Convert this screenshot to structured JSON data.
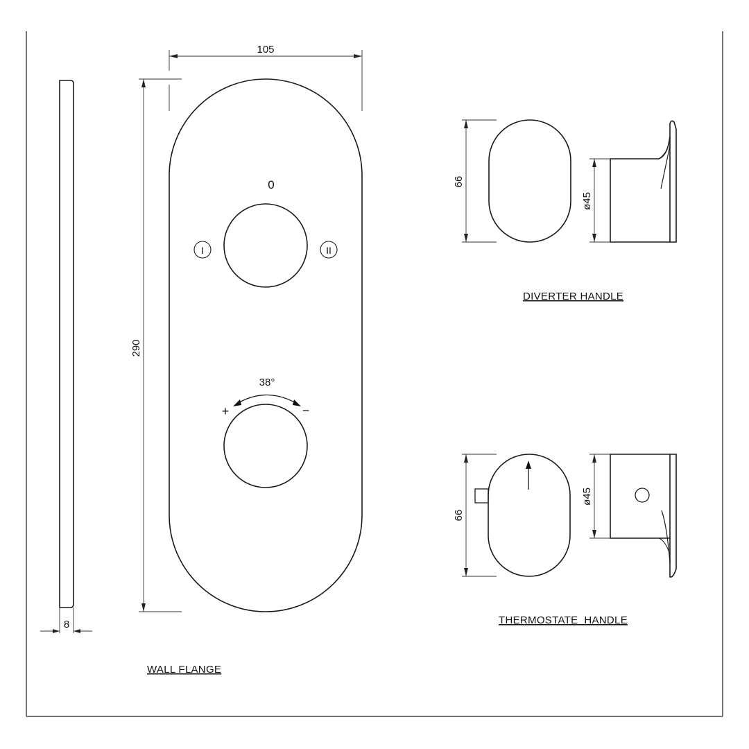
{
  "dimensions": {
    "flange_width": "105",
    "flange_height": "290",
    "flange_thickness": "8",
    "diverter_height": "66",
    "diverter_diameter": "ø45",
    "thermostat_height": "66",
    "thermostat_diameter": "ø45"
  },
  "flange_marks": {
    "position_zero": "0",
    "position_one": "I",
    "position_two": "II",
    "rotation_angle": "38°",
    "plus_sign": "+",
    "minus_sign": "−"
  },
  "labels": {
    "wall_flange": "WALL FLANGE",
    "diverter_handle": "DIVERTER HANDLE",
    "thermostat_handle": "THERMOSTATE  HANDLE"
  }
}
